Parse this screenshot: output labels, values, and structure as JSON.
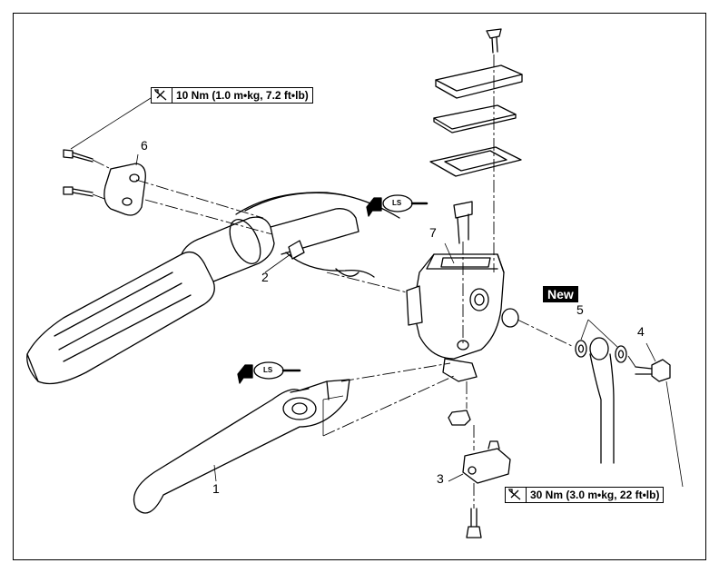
{
  "torque_specs": {
    "top": "10 Nm (1.0 m•kg, 7.2 ft•lb)",
    "bottom": "30 Nm (3.0 m•kg, 22 ft•lb)"
  },
  "new_label": "New",
  "lubricant_symbol": "LS",
  "callouts": {
    "c1": "1",
    "c2": "2",
    "c3": "3",
    "c4": "4",
    "c5": "5",
    "c6": "6",
    "c7": "7"
  },
  "icons": {
    "wrench": "torque-wrench-icon",
    "grease_gun": "grease-gun-icon"
  }
}
